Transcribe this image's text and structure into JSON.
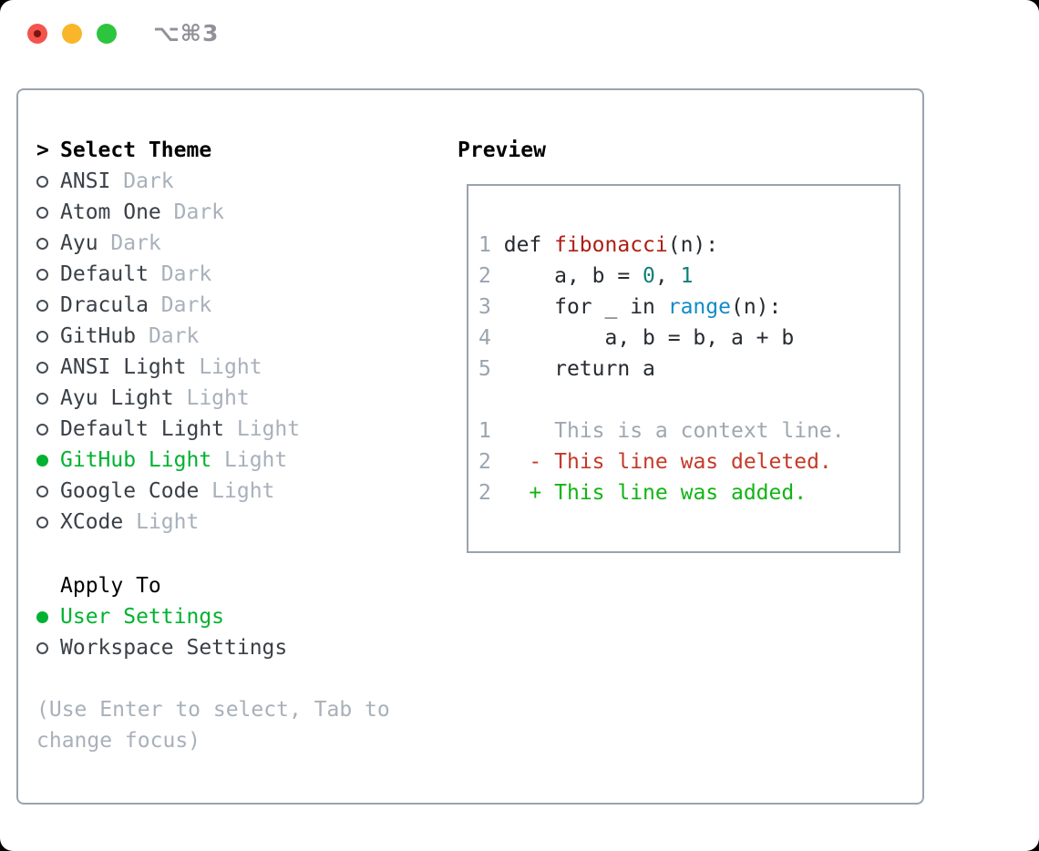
{
  "window": {
    "title_shortcut": "⌥⌘3",
    "traffic_lights": [
      "close",
      "minimize",
      "zoom"
    ]
  },
  "theme_picker": {
    "prompt": ">",
    "header": "Select Theme",
    "themes": [
      {
        "name": "ANSI",
        "variant": "Dark",
        "selected": false
      },
      {
        "name": "Atom One",
        "variant": "Dark",
        "selected": false
      },
      {
        "name": "Ayu",
        "variant": "Dark",
        "selected": false
      },
      {
        "name": "Default",
        "variant": "Dark",
        "selected": false
      },
      {
        "name": "Dracula",
        "variant": "Dark",
        "selected": false
      },
      {
        "name": "GitHub",
        "variant": "Dark",
        "selected": false
      },
      {
        "name": "ANSI Light",
        "variant": "Light",
        "selected": false
      },
      {
        "name": "Ayu Light",
        "variant": "Light",
        "selected": false
      },
      {
        "name": "Default Light",
        "variant": "Light",
        "selected": false
      },
      {
        "name": "GitHub Light",
        "variant": "Light",
        "selected": true
      },
      {
        "name": "Google Code",
        "variant": "Light",
        "selected": false
      },
      {
        "name": "XCode",
        "variant": "Light",
        "selected": false
      }
    ],
    "apply_to": {
      "header": "Apply To",
      "options": [
        {
          "label": "User Settings",
          "selected": true
        },
        {
          "label": "Workspace Settings",
          "selected": false
        }
      ]
    },
    "hint": "(Use Enter to select, Tab to change focus)"
  },
  "preview": {
    "header": "Preview",
    "code_lines": [
      {
        "num": "1",
        "tokens": [
          {
            "text": "def ",
            "style": "code"
          },
          {
            "text": "fibonacci",
            "style": "function"
          },
          {
            "text": "(n):",
            "style": "code"
          }
        ]
      },
      {
        "num": "2",
        "tokens": [
          {
            "text": "    a, b = ",
            "style": "code"
          },
          {
            "text": "0",
            "style": "number"
          },
          {
            "text": ", ",
            "style": "code"
          },
          {
            "text": "1",
            "style": "number"
          }
        ]
      },
      {
        "num": "3",
        "tokens": [
          {
            "text": "    for _ in ",
            "style": "code"
          },
          {
            "text": "range",
            "style": "builtin"
          },
          {
            "text": "(n):",
            "style": "code"
          }
        ]
      },
      {
        "num": "4",
        "tokens": [
          {
            "text": "        a, b = b, a + b",
            "style": "code"
          }
        ]
      },
      {
        "num": "5",
        "tokens": [
          {
            "text": "    return a",
            "style": "code"
          }
        ]
      }
    ],
    "diff_lines": [
      {
        "num": "1",
        "marker": " ",
        "text": "This is a context line.",
        "style": "context"
      },
      {
        "num": "2",
        "marker": "-",
        "text": "This line was deleted.",
        "style": "deleted"
      },
      {
        "num": "2",
        "marker": "+",
        "text": "This line was added.",
        "style": "added"
      }
    ]
  },
  "colors": {
    "selected_green": "#00b22f",
    "added_green": "#12b414",
    "deleted_red": "#c43a28",
    "function_red": "#ae1d12",
    "number_teal": "#0f7f78",
    "builtin_blue": "#128bc7",
    "dim_gray": "#a8b0bb",
    "line_number_gray": "#9aa4b0",
    "panel_border": "#9aa3af",
    "traffic_red": "#f4544d",
    "traffic_yellow": "#f9b62b",
    "traffic_green": "#2dc53e"
  }
}
